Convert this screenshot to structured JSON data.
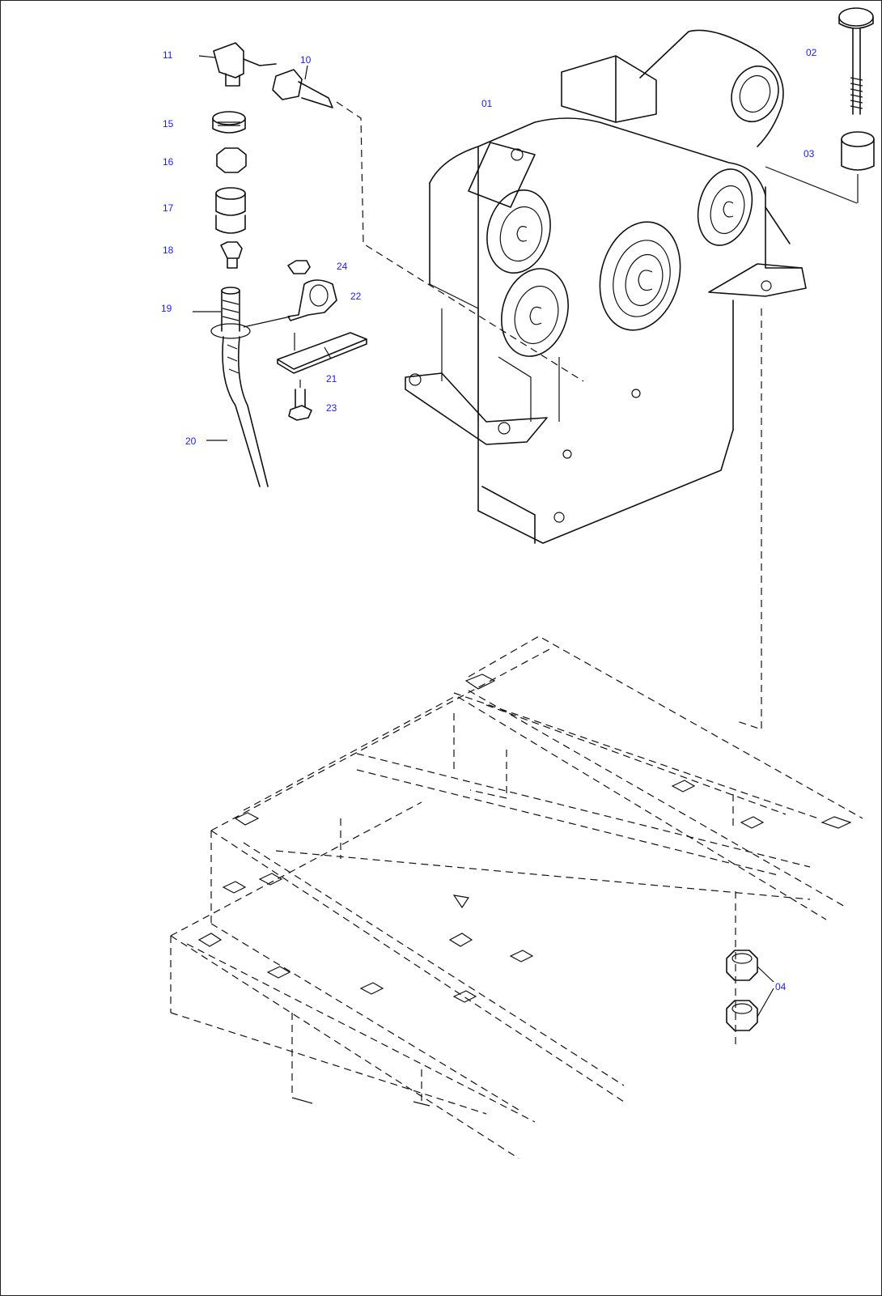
{
  "colors": {
    "callout": "#1a1aff",
    "line": "#111111",
    "background": "#ffffff"
  },
  "callouts": {
    "p01": "01",
    "p02": "02",
    "p03": "03",
    "p04": "04",
    "p10": "10",
    "p11": "11",
    "p15": "15",
    "p16": "16",
    "p17": "17",
    "p18": "18",
    "p19": "19",
    "p20": "20",
    "p21": "21",
    "p22": "22",
    "p23": "23",
    "p24": "24"
  }
}
